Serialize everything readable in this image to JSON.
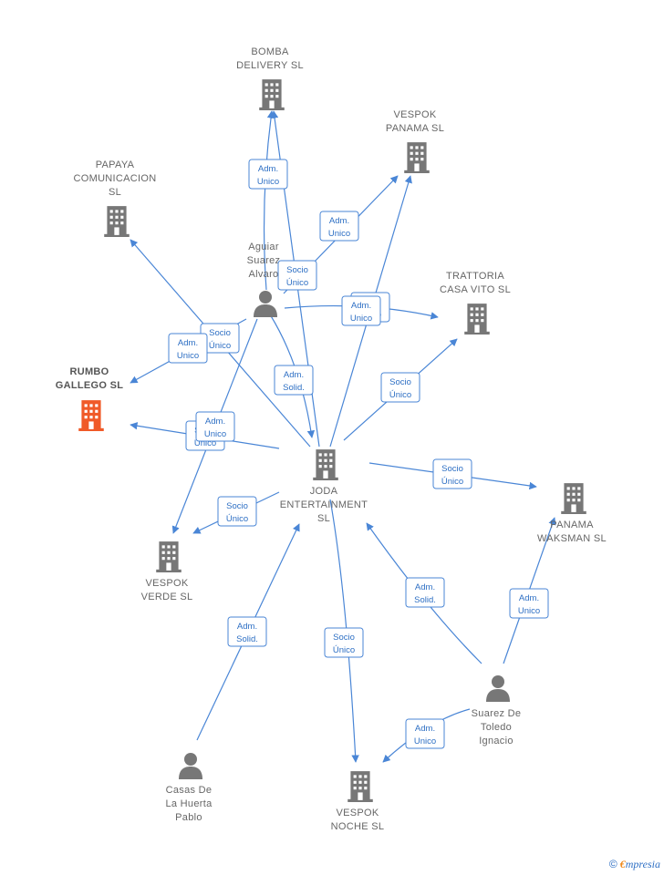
{
  "colors": {
    "edge": "#4a86d6",
    "company": "#777777",
    "highlight": "#f05a28",
    "person": "#777777"
  },
  "nodes": [
    {
      "id": "bomba",
      "type": "company",
      "lines": [
        "BOMBA",
        "DELIVERY  SL"
      ]
    },
    {
      "id": "vespok_panama",
      "type": "company",
      "lines": [
        "VESPOK",
        "PANAMA  SL"
      ]
    },
    {
      "id": "papaya",
      "type": "company",
      "lines": [
        "PAPAYA",
        "COMUNICACION",
        "SL"
      ]
    },
    {
      "id": "trattoria",
      "type": "company",
      "lines": [
        "TRATTORIA",
        "CASA VITO  SL"
      ]
    },
    {
      "id": "rumbo",
      "type": "company",
      "highlight": true,
      "lines": [
        "RUMBO",
        "GALLEGO  SL"
      ]
    },
    {
      "id": "joda",
      "type": "company",
      "lines": [
        "JODA",
        "ENTERTAINMENT",
        "SL"
      ]
    },
    {
      "id": "panama_waksman",
      "type": "company",
      "lines": [
        "PANAMA",
        "WAKSMAN  SL"
      ]
    },
    {
      "id": "vespok_verde",
      "type": "company",
      "lines": [
        "VESPOK",
        "VERDE  SL"
      ]
    },
    {
      "id": "vespok_noche",
      "type": "company",
      "lines": [
        "VESPOK",
        "NOCHE  SL"
      ]
    },
    {
      "id": "aguiar",
      "type": "person",
      "lines": [
        "Aguiar",
        "Suarez",
        "Alvaro"
      ]
    },
    {
      "id": "suarez",
      "type": "person",
      "lines": [
        "Suarez De",
        "Toledo",
        "Ignacio"
      ]
    },
    {
      "id": "casas",
      "type": "person",
      "lines": [
        "Casas De",
        "La Huerta",
        "Pablo"
      ]
    }
  ],
  "edges": [
    {
      "from": "aguiar",
      "to": "bomba",
      "label": [
        "Adm.",
        "Unico"
      ]
    },
    {
      "from": "joda",
      "to": "bomba",
      "label": [
        "Socio",
        "Único"
      ]
    },
    {
      "from": "aguiar",
      "to": "vespok_panama",
      "label": [
        "Adm.",
        "Unico"
      ]
    },
    {
      "from": "joda",
      "to": "vespok_panama",
      "label": [
        "Socio",
        "Único"
      ]
    },
    {
      "from": "aguiar",
      "to": "trattoria",
      "label": [
        "Adm.",
        "Unico"
      ]
    },
    {
      "from": "joda",
      "to": "papaya",
      "label": [
        "Socio",
        "Único"
      ]
    },
    {
      "from": "aguiar",
      "to": "rumbo",
      "label": [
        "Adm.",
        "Unico"
      ]
    },
    {
      "from": "joda",
      "to": "rumbo",
      "label": [
        "Socio",
        "Único"
      ]
    },
    {
      "from": "aguiar",
      "to": "joda",
      "label": [
        "Adm.",
        "Solid."
      ]
    },
    {
      "from": "aguiar",
      "to": "vespok_verde",
      "label": [
        "Adm.",
        "Unico"
      ]
    },
    {
      "from": "joda",
      "to": "trattoria",
      "label": [
        "Socio",
        "Único"
      ]
    },
    {
      "from": "joda",
      "to": "panama_waksman",
      "label": [
        "Socio",
        "Único"
      ]
    },
    {
      "from": "joda",
      "to": "vespok_verde",
      "label": [
        "Socio",
        "Único"
      ]
    },
    {
      "from": "joda",
      "to": "vespok_noche",
      "label": [
        "Socio",
        "Único"
      ]
    },
    {
      "from": "suarez",
      "to": "joda",
      "label": [
        "Adm.",
        "Solid."
      ]
    },
    {
      "from": "suarez",
      "to": "panama_waksman",
      "label": [
        "Adm.",
        "Unico"
      ]
    },
    {
      "from": "suarez",
      "to": "vespok_noche",
      "label": [
        "Adm.",
        "Unico"
      ]
    },
    {
      "from": "casas",
      "to": "joda",
      "label": [
        "Adm.",
        "Solid."
      ]
    }
  ],
  "footer": {
    "copyright": "©",
    "brand_initial": "€",
    "brand_rest": "mpresia"
  }
}
